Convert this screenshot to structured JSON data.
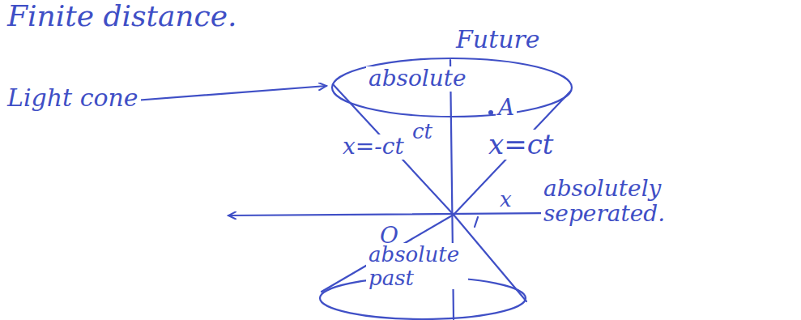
{
  "diagram": {
    "labels": [
      "Finite distance.",
      "Future",
      "Light cone",
      "absolute",
      "A",
      "ct",
      "x=-ct",
      "x=ct",
      "x",
      "absolutely seperated.",
      "O",
      "absolute past"
    ]
  }
}
